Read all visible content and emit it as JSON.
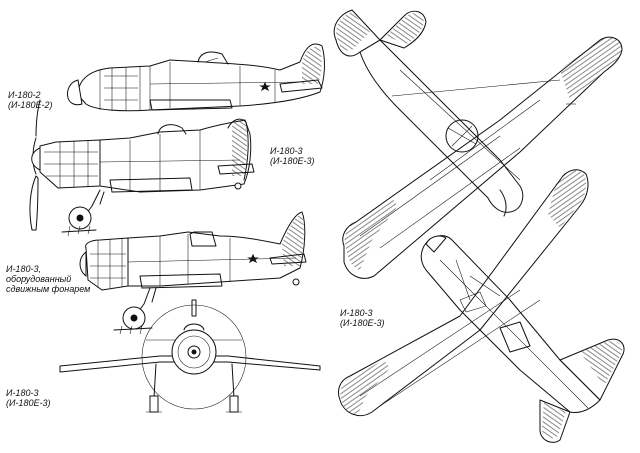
{
  "labels": {
    "side1": {
      "line1": "И-180-2",
      "line2": "(И-180Е-2)"
    },
    "side2": {
      "line1": "И-180-3",
      "line2": "(И-180Е-3)"
    },
    "side3": {
      "line1": "И-180-3,",
      "line2": "оборудованный",
      "line3": "сдвижным фонарем"
    },
    "front": {
      "line1": "И-180-3",
      "line2": "(И-180Е-3)"
    },
    "plan": {
      "line1": "И-180-3",
      "line2": "(И-180Е-3)"
    }
  }
}
